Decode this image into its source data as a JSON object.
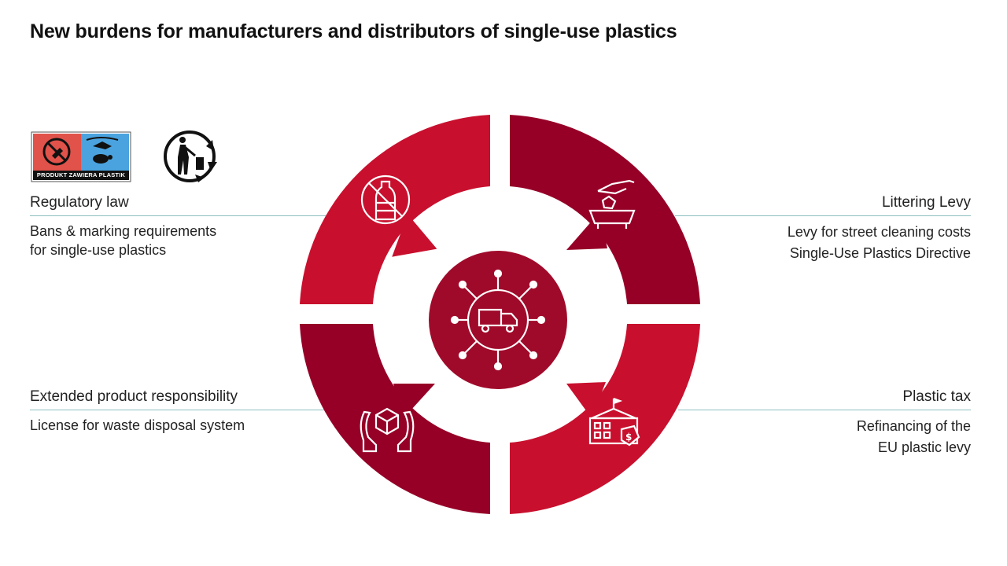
{
  "title": "New burdens for manufacturers and distributors of single-use plastics",
  "marking_label": "PRODUKT ZAWIERA PLASTIK",
  "sections": {
    "regulatory": {
      "heading": "Regulatory law",
      "lines": [
        "Bans & marking requirements",
        "for single-use plastics"
      ]
    },
    "littering": {
      "heading": "Littering Levy",
      "lines": [
        "Levy for street cleaning costs",
        "Single-Use Plastics Directive"
      ]
    },
    "epr": {
      "heading": "Extended product responsibility",
      "lines": [
        "License for waste disposal system"
      ]
    },
    "tax": {
      "heading": "Plastic tax",
      "lines": [
        "Refinancing of the",
        "EU plastic levy"
      ]
    }
  },
  "colors": {
    "bright_red": "#c8102e",
    "dark_red": "#960027",
    "center": "#a00a2a",
    "rule": "#8fbfc0",
    "marking_red": "#e0524a",
    "marking_blue": "#4aa3df"
  },
  "icons": {
    "top_left": "no-plastic-bottle-icon",
    "top_right": "littering-hand-icon",
    "bottom_left": "hands-holding-box-icon",
    "bottom_right": "tax-building-icon",
    "center": "distribution-network-icon"
  }
}
